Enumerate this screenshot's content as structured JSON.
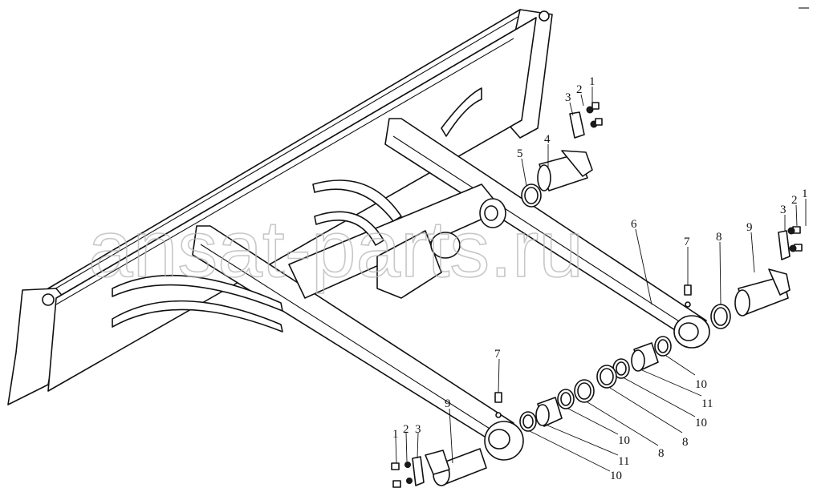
{
  "watermark": "ansat-parts.ru",
  "labels": [
    {
      "id": "l1-top",
      "text": "1"
    },
    {
      "id": "l2-top",
      "text": "2"
    },
    {
      "id": "l3-top",
      "text": "3"
    },
    {
      "id": "l4",
      "text": "4"
    },
    {
      "id": "l5",
      "text": "5"
    },
    {
      "id": "l6",
      "text": "6"
    },
    {
      "id": "l7-right",
      "text": "7"
    },
    {
      "id": "l8-right",
      "text": "8"
    },
    {
      "id": "l9-right",
      "text": "9"
    },
    {
      "id": "l3-right",
      "text": "3"
    },
    {
      "id": "l2-right",
      "text": "2"
    },
    {
      "id": "l1-right",
      "text": "1"
    },
    {
      "id": "l10-a",
      "text": "10"
    },
    {
      "id": "l11-a",
      "text": "11"
    },
    {
      "id": "l10-b",
      "text": "10"
    },
    {
      "id": "l8-b",
      "text": "8"
    },
    {
      "id": "l10-c",
      "text": "10"
    },
    {
      "id": "l8-c",
      "text": "8"
    },
    {
      "id": "l11-b",
      "text": "11"
    },
    {
      "id": "l10-d",
      "text": "10"
    },
    {
      "id": "l7-left",
      "text": "7"
    },
    {
      "id": "l9-left",
      "text": "9"
    },
    {
      "id": "l1-left",
      "text": "1"
    },
    {
      "id": "l2-left",
      "text": "2"
    },
    {
      "id": "l3-left",
      "text": "3"
    }
  ]
}
